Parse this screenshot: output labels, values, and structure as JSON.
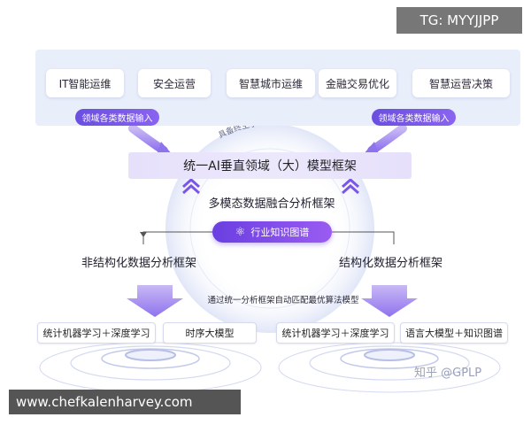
{
  "watermarks": {
    "top": "TG: MYYJJPP",
    "bottom": "www.chefkalenharvey.com",
    "credit": "知乎 @GPLP"
  },
  "scenarios": [
    "IT智能运维",
    "安全运营",
    "智慧城市运维",
    "金融交易优化",
    "智慧运营决策"
  ],
  "inputs": {
    "left": "领域各类数据输入",
    "right": "领域各类数据输入"
  },
  "arc_label": "具备终生学习能力",
  "main_framework": "统一AI垂直领域（大）模型框架",
  "multimodal": "多模态数据融合分析框架",
  "knowledge_graph": "行业知识图谱",
  "left_branch": {
    "title": "非结构化数据分析框架",
    "methods": [
      "统计机器学习＋深度学习",
      "时序大模型"
    ]
  },
  "right_branch": {
    "title": "结构化数据分析框架",
    "methods": [
      "统计机器学习＋深度学习",
      "语言大模型＋知识图谱"
    ]
  },
  "auto_match": "通过统一分析框架自动匹配最优算法模型",
  "colors": {
    "accent": "#7b55ea",
    "band": "#e9eefb",
    "main_bar": "#e8e3fb"
  }
}
